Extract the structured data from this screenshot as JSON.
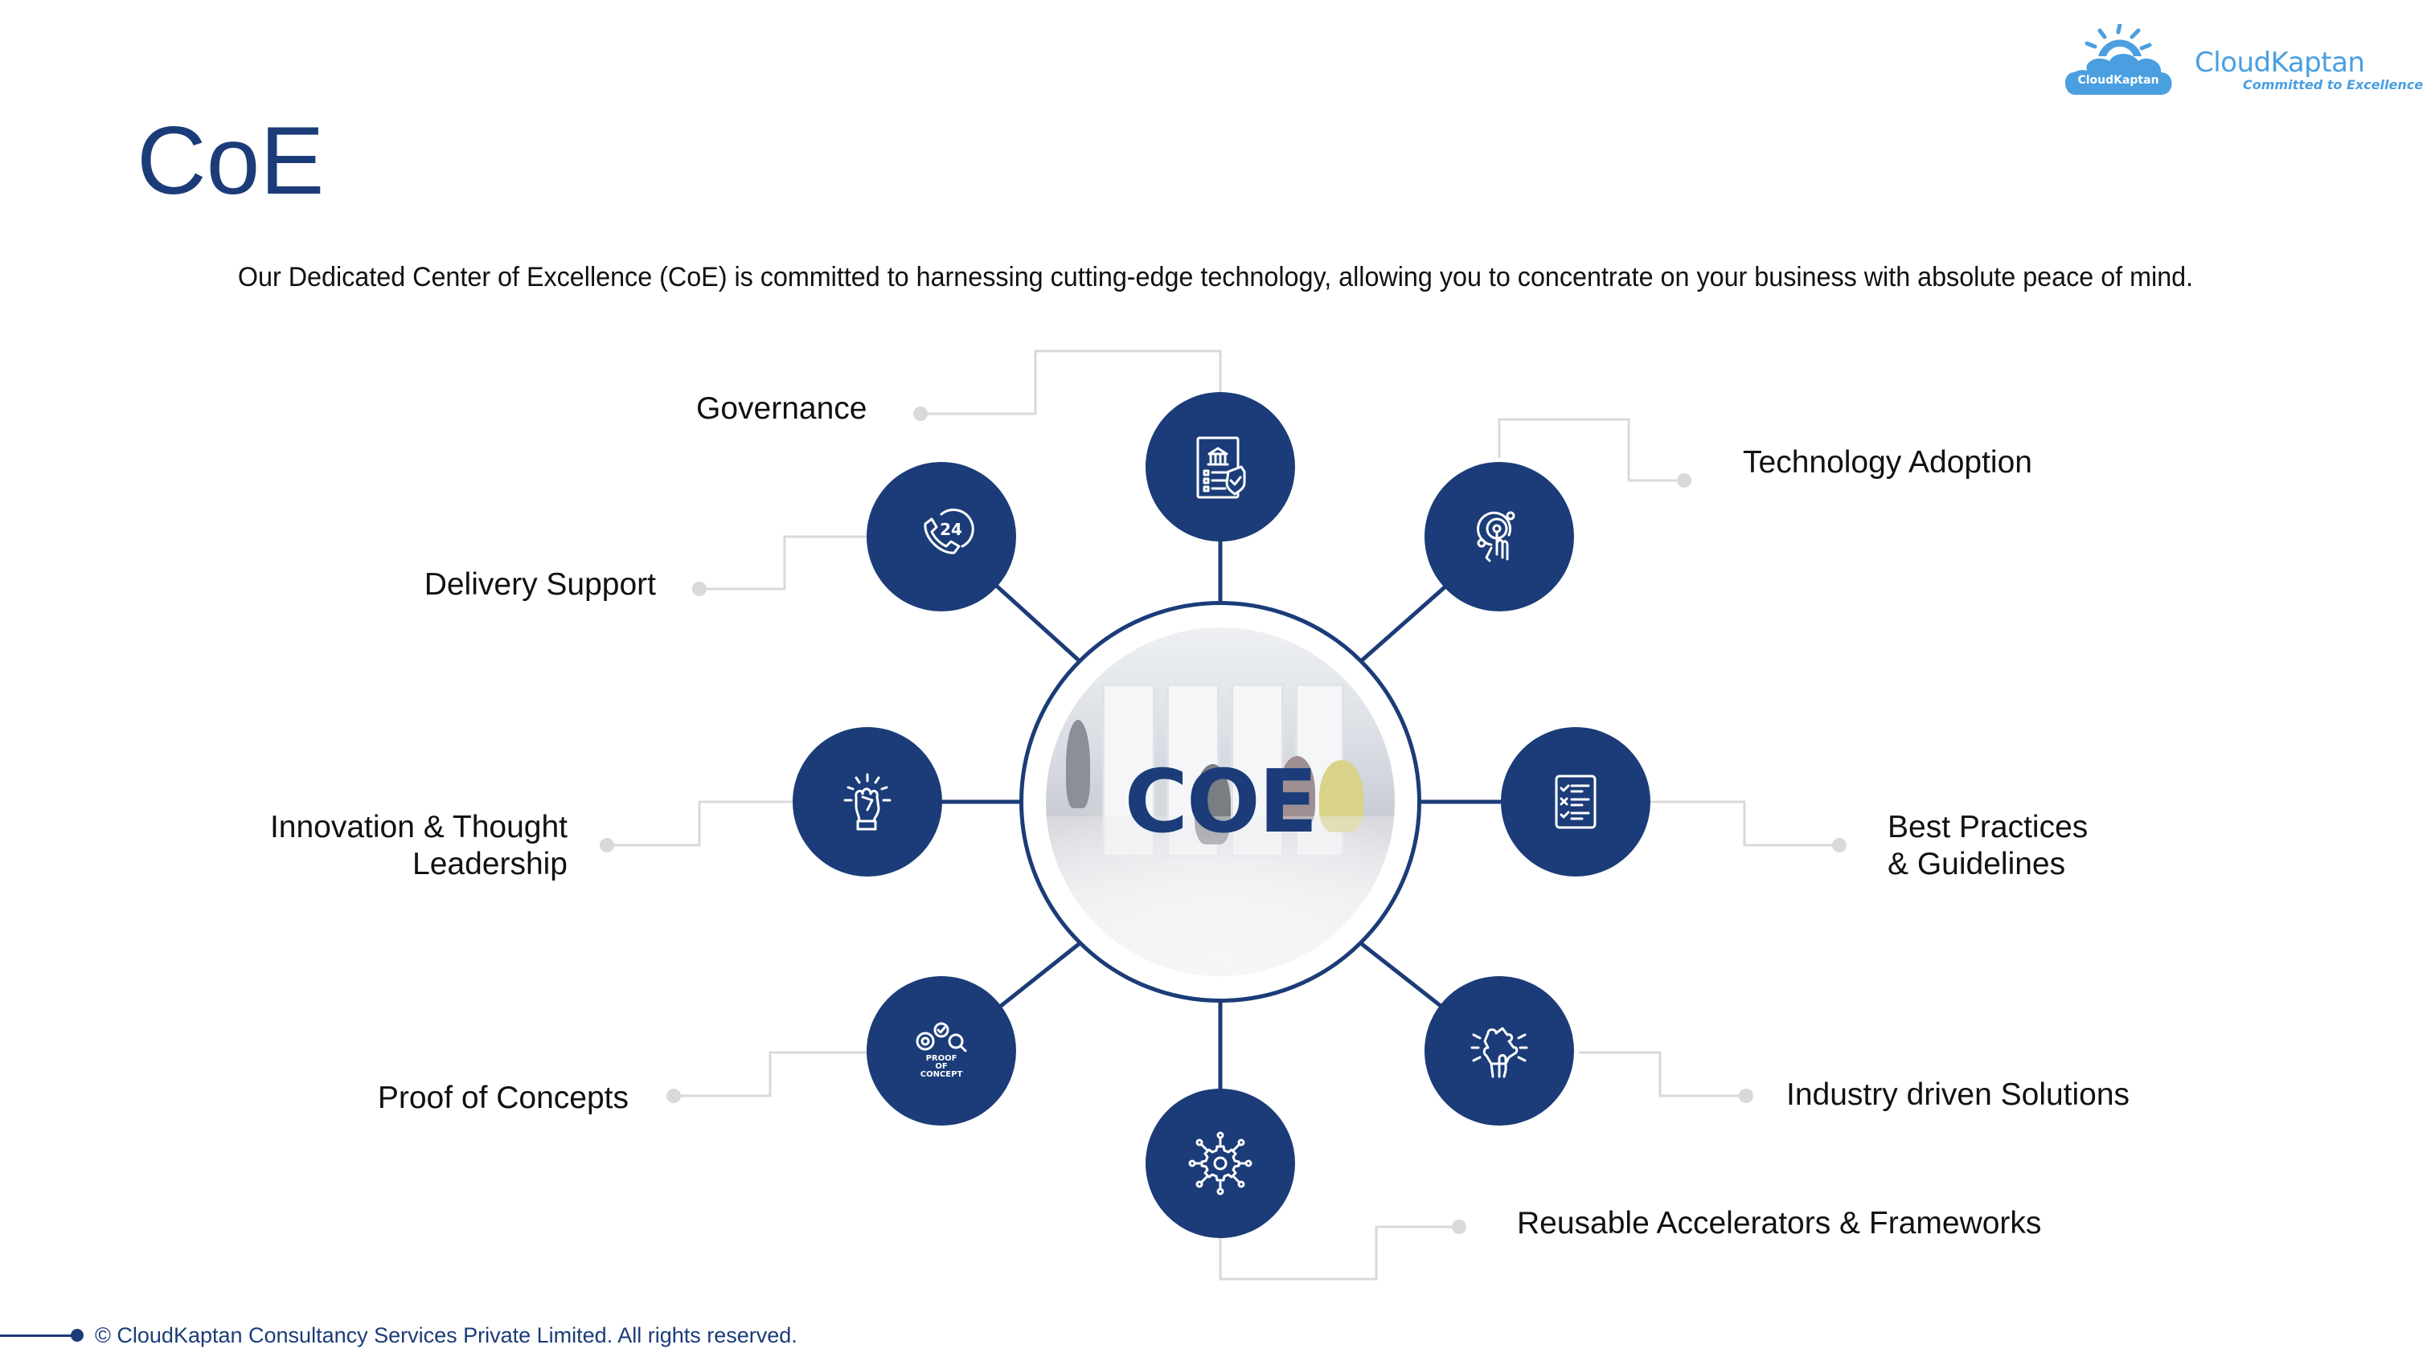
{
  "logo": {
    "badge_text": "CloudKaptan",
    "wordmark": "CloudKaptan",
    "tagline": "Committed to Excellence",
    "color": "#4a9fe0"
  },
  "page": {
    "title": "CoE",
    "subtitle": "Our Dedicated Center of Excellence (CoE) is committed to harnessing cutting-edge technology, allowing you to concentrate on your business with absolute peace of mind."
  },
  "hub": {
    "label": "COE"
  },
  "nodes": [
    {
      "id": "governance",
      "label": "Governance",
      "icon": "governance-document-shield-icon"
    },
    {
      "id": "technology-adoption",
      "label": "Technology Adoption",
      "icon": "touch-tap-icon"
    },
    {
      "id": "best-practices",
      "label_line1": "Best Practices",
      "label_line2": "& Guidelines",
      "icon": "checklist-icon"
    },
    {
      "id": "industry-solutions",
      "label": "Industry driven Solutions",
      "icon": "puzzle-hand-icon"
    },
    {
      "id": "reusable-accelerators",
      "label": "Reusable Accelerators & Frameworks",
      "icon": "gear-network-icon"
    },
    {
      "id": "proof-of-concepts",
      "label": "Proof of Concepts",
      "icon": "proof-of-concept-icon",
      "icon_text": [
        "PROOF",
        "OF",
        "CONCEPT"
      ]
    },
    {
      "id": "innovation",
      "label_line1": "Innovation & Thought",
      "label_line2": "Leadership",
      "icon": "raised-fist-icon"
    },
    {
      "id": "delivery-support",
      "label": "Delivery Support",
      "icon": "phone-24-icon",
      "icon_text": "24"
    }
  ],
  "colors": {
    "primary": "#1b3c78",
    "connector": "#d9d9d9",
    "text": "#111111"
  },
  "footer": {
    "text": "© CloudKaptan Consultancy Services Private Limited. All rights reserved."
  }
}
